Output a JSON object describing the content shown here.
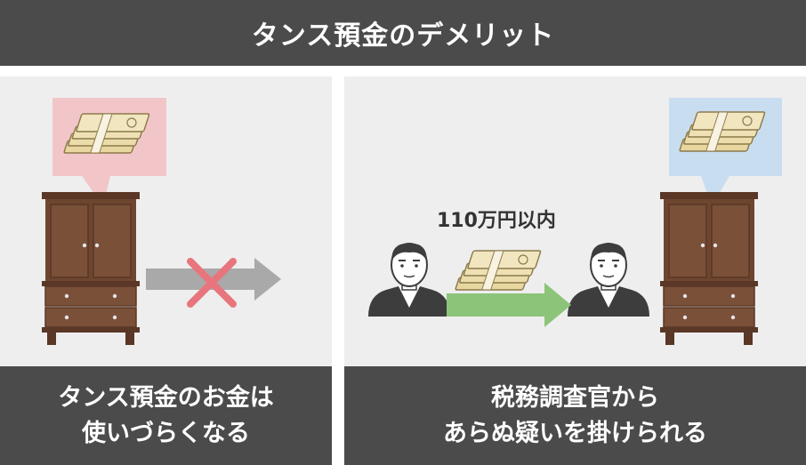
{
  "header": {
    "title": "タンス預金のデメリット"
  },
  "left_panel": {
    "caption_line1": "タンス預金のお金は",
    "caption_line2": "使いづらくなる"
  },
  "right_panel": {
    "amount_label": "110万円以内",
    "caption_line1": "税務調査官から",
    "caption_line2": "あらぬ疑いを掛けられる"
  },
  "colors": {
    "header_bg": "#4b4b4b",
    "panel_bg": "#eeeeee",
    "wardrobe": "#6e4630",
    "pink_bubble": "#f2c6c9",
    "blue_bubble": "#c9ddf0",
    "green_arrow": "#8cc47a",
    "gray_arrow": "#a9a9a9",
    "cross": "#e8757d",
    "money": "#e8d6a0"
  }
}
